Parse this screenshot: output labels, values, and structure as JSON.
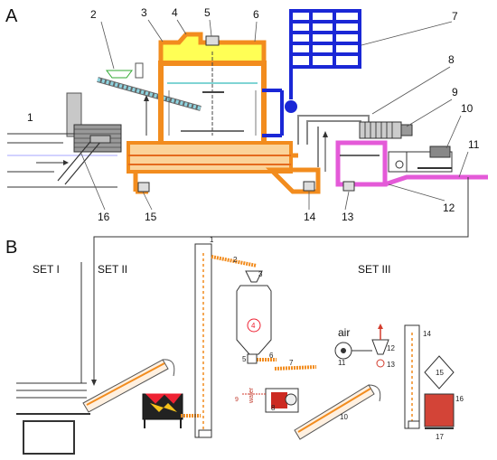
{
  "panels": {
    "a_label": "A",
    "b_label": "B"
  },
  "panel_a": {
    "left_label": "1",
    "callouts": [
      "2",
      "3",
      "4",
      "5",
      "6",
      "7",
      "8",
      "9",
      "10",
      "11",
      "12",
      "13",
      "14",
      "15",
      "16"
    ]
  },
  "panel_b": {
    "sets": [
      "SET I",
      "SET II",
      "SET III"
    ],
    "step_numbers": [
      "1",
      "2",
      "3",
      "4",
      "5",
      "6",
      "7",
      "8",
      "9",
      "10",
      "11",
      "12",
      "13",
      "14",
      "15",
      "16",
      "17"
    ],
    "air_label": "air",
    "water_label": "water"
  },
  "colors": {
    "orange": "#f28c1e",
    "yellow": "#ffff55",
    "blue": "#1a27d6",
    "magenta": "#e45ad8",
    "gray": "#888888",
    "red": "#d33b2c"
  }
}
